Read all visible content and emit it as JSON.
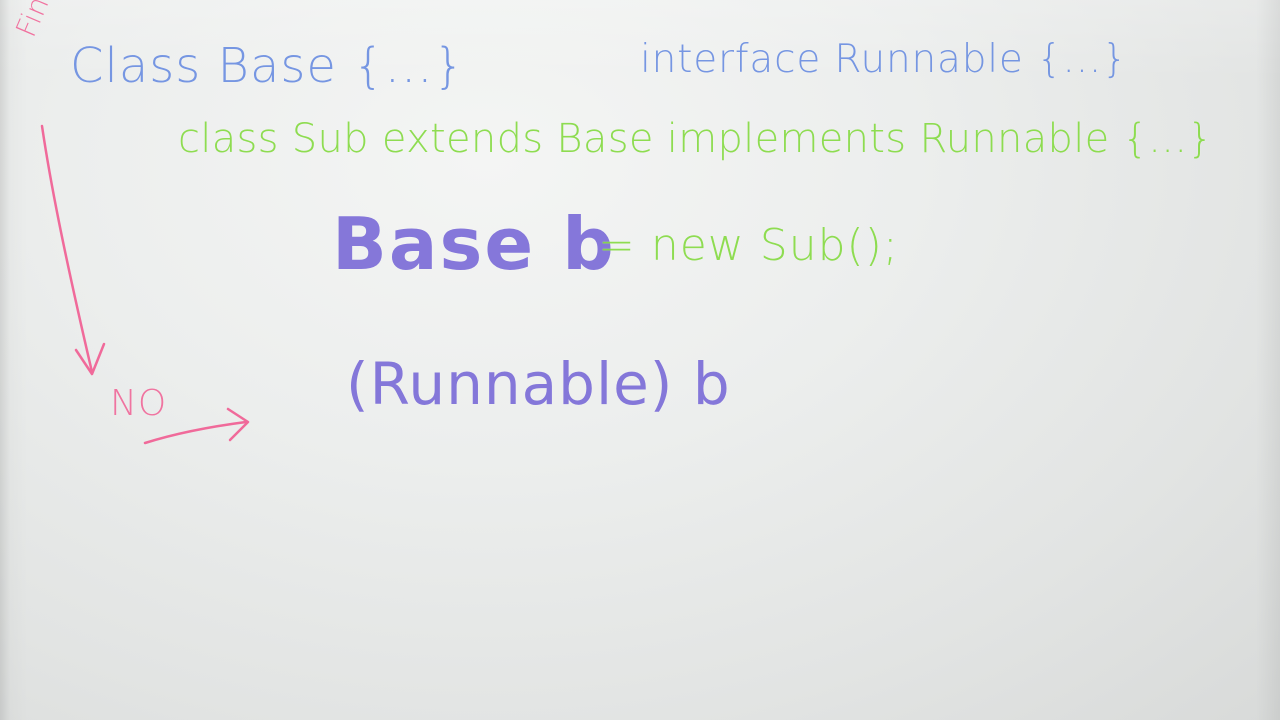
{
  "board": {
    "line_1_left": "Class Base {...}",
    "line_1_right": "interface Runnable {...}",
    "line_2": "class Sub extends Base implements Runnable {...}",
    "line_3_left": "Base b",
    "line_3_right": "= new Sub();",
    "line_4": "(Runnable) b",
    "side_note_top": "Final!",
    "side_note_bottom": "NO"
  },
  "colors": {
    "blue_ink": "#6c8fe1",
    "green_ink": "#86db44",
    "purple_ink": "#7c6dd8",
    "pink_ink": "#f06a9a"
  }
}
